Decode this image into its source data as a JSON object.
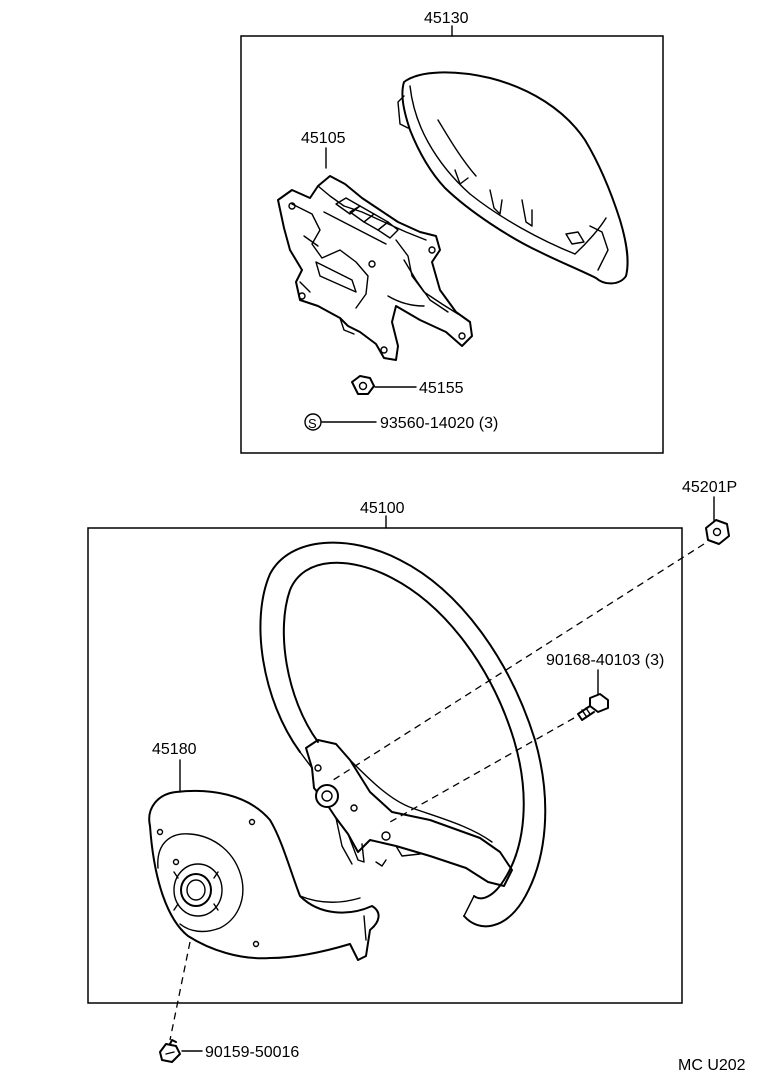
{
  "diagram": {
    "labels": {
      "pad_assy": "45130",
      "pad_plate": "45105",
      "pad_nut": "45155",
      "pad_screw": "93560-14020 (3)",
      "screw_symbol": "S",
      "wheel_assy": "45100",
      "wheel_nut": "45201P",
      "wheel_bolt": "90168-40103 (3)",
      "cover": "45180",
      "cover_screw": "90159-50016",
      "figure_code": "MC U202"
    }
  }
}
